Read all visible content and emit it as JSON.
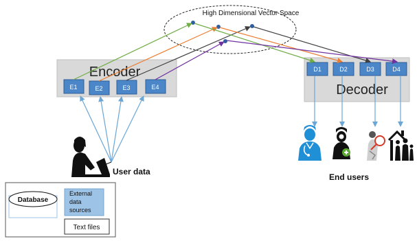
{
  "diagram": {
    "vector_space_label": "High Dimensional Vector Space",
    "encoder": {
      "title": "Encoder",
      "units": [
        "E1",
        "E2",
        "E3",
        "E4"
      ]
    },
    "decoder": {
      "title": "Decoder",
      "units": [
        "D1",
        "D2",
        "D3",
        "D4"
      ]
    },
    "user_data_label": "User data",
    "end_users_label": "End users",
    "data_sources": {
      "database": "Database",
      "external": [
        "External",
        "data",
        "sources"
      ],
      "text_files": "Text files"
    },
    "icons": [
      "user-laptop-icon",
      "doctor-icon",
      "nurse-icon",
      "researcher-icon",
      "family-home-icon"
    ],
    "colors": {
      "box_fill": "#d9d9d9",
      "unit_fill": "#4a86c8",
      "arrow_blue": "#6aa6d6",
      "arrow_green": "#70ad47",
      "arrow_orange": "#ed7d31",
      "arrow_dark": "#404040",
      "arrow_purple": "#7030a0",
      "icon_blue": "#1f8fd6"
    }
  }
}
